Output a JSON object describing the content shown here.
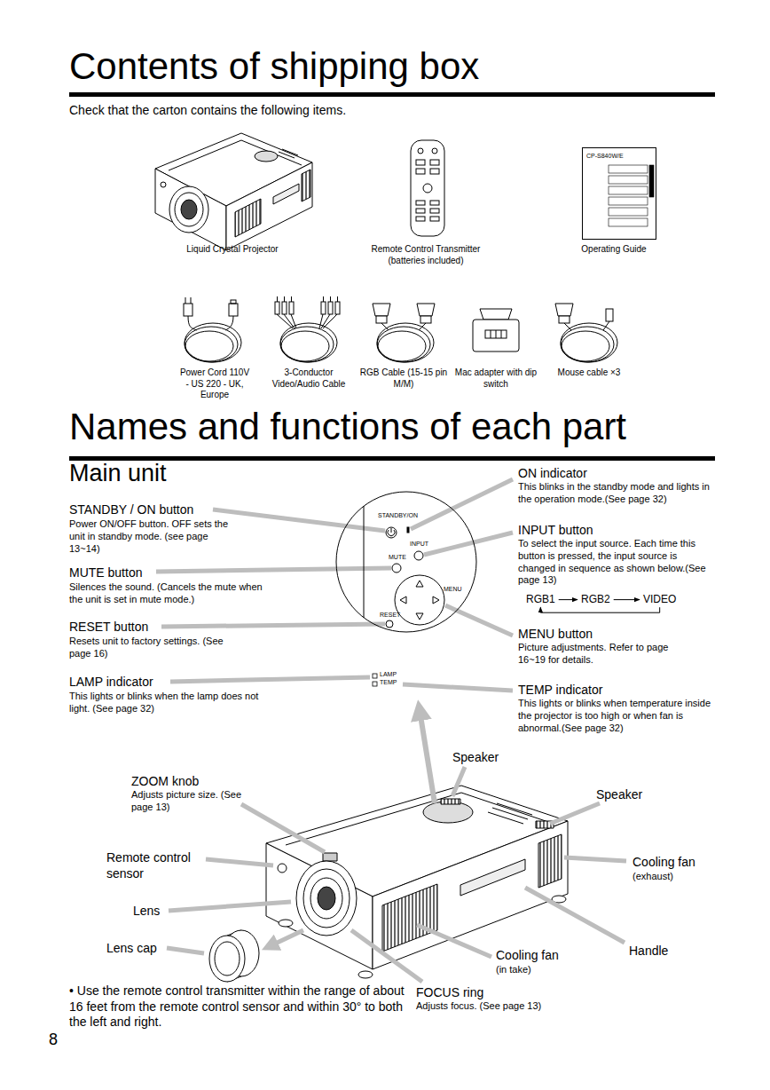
{
  "diagram": {
    "title": "Contents of shipping box",
    "nodes": [
      {
        "text": [
          "CP-S840W/E"
        ]
      },
      {
        "text": [
          "STANDBY/ON",
          "INPUT",
          "MUTE",
          "MENU",
          "RESET"
        ]
      },
      {
        "text": [
          "RGB1"
        ]
      },
      {
        "text": [
          "RGB2"
        ]
      },
      {
        "text": [
          "VIDEO"
        ]
      }
    ],
    "edges": [
      {
        "from": 2,
        "to": 3,
        "arrow": "to"
      },
      {
        "from": 3,
        "to": 4,
        "arrow": "to"
      },
      {
        "from": 4,
        "to": 2,
        "arrow": "to"
      }
    ],
    "labels": [
      "Check that the carton contains the following items.",
      "Liquid Crystal Projector",
      "Remote Control Transmitter (batteries included)",
      "Operating Guide",
      "Power Cord 110V - US 220 - UK, Europe",
      "3-Conductor Video/Audio Cable",
      "RGB Cable (15-15 pin M/M)",
      "Mac adapter with dip switch",
      "Mouse cable ×3",
      "Names and functions of each part",
      "Main unit",
      "STANDBY / ON button",
      "Power ON/OFF button. OFF sets the unit in standby mode. (see page 13~14)",
      "MUTE button",
      "Silences the sound. (Cancels the mute when the unit is set in mute mode.)",
      "RESET button",
      "Resets unit to factory settings. (See page 16)",
      "LAMP indicator",
      "This lights or blinks when the lamp does not light. (See page 32)",
      "LAMP",
      "TEMP",
      "ON indicator",
      "This blinks in the standby mode and lights in the operation mode.(See page 32)",
      "INPUT button",
      "To select the input source. Each time this button is pressed, the input source is changed in sequence as shown below.(See page 13)",
      "MENU button",
      "Picture adjustments. Refer to page 16~19 for details.",
      "TEMP indicator",
      "This lights or blinks when temperature inside the projector is too high or when fan is abnormal.(See page 32)",
      "Speaker",
      "ZOOM knob",
      "Adjusts picture size. (See page 13)",
      "Speaker",
      "Remote control sensor",
      "Cooling fan",
      "(exhaust)",
      "Lens",
      "Lens cap",
      "Handle",
      "Cooling fan",
      "(in take)",
      "• Use the remote control transmitter within the range of about 16 feet from the remote control sensor and within 30° to both the left and right.",
      "FOCUS ring",
      "Adjusts focus. (See page 13)",
      "8"
    ]
  }
}
